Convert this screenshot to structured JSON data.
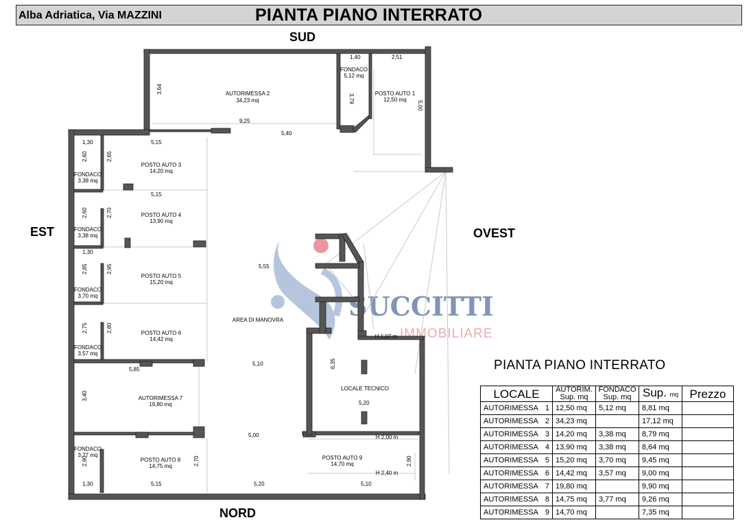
{
  "header": {
    "location": "Alba Adriatica, Via MAZZINI",
    "title": "PIANTA PIANO INTERRATO"
  },
  "directions": {
    "south": "SUD",
    "north": "NORD",
    "east": "EST",
    "west": "OVEST"
  },
  "watermark": {
    "name": "SUCCITTI",
    "subtitle": "IMMOBILIARE",
    "color": "#2f4f85",
    "accent": "#e05060"
  },
  "plan_labels": {
    "autorimessa2": {
      "name": "AUTORIMESSA 2",
      "area": "34,23 mq"
    },
    "fondaco_top": {
      "name": "FONDACO",
      "area": "5,12 mq"
    },
    "posto1": {
      "name": "POSTO AUTO 1",
      "area": "12,50 mq"
    },
    "posto3": {
      "name": "POSTO AUTO 3",
      "area": "14,20 mq"
    },
    "posto4": {
      "name": "POSTO AUTO 4",
      "area": "13,90 mq"
    },
    "posto5": {
      "name": "POSTO AUTO 5",
      "area": "15,20 mq"
    },
    "posto6": {
      "name": "POSTO AUTO 6",
      "area": "14,42 mq"
    },
    "autorimessa7": {
      "name": "AUTORIMESSA 7",
      "area": "19,80 mq"
    },
    "posto8": {
      "name": "POSTO AUTO 8",
      "area": "14,75 mq"
    },
    "posto9": {
      "name": "POSTO AUTO 9",
      "area": "14,70 mq"
    },
    "fondaco3": {
      "name": "FONDACO",
      "area": "3,38 mq"
    },
    "fondaco4": {
      "name": "FONDACO",
      "area": "3,38 mq"
    },
    "fondaco5": {
      "name": "FONDACO",
      "area": "3,70 mq"
    },
    "fondaco6": {
      "name": "FONDACO",
      "area": "3,57 mq"
    },
    "fondaco8": {
      "name": "FONDACO",
      "area": "3,77 mq"
    },
    "area_manovra": "AREA DI MANOVRA",
    "locale_tecnico": "LOCALE TECNICO",
    "h107": "H 1,07 m",
    "h200": "H 2,00 m",
    "h240": "H 2,40 m"
  },
  "dimensions": {
    "d140": "1,40",
    "d251": "2,51",
    "d364": "3,64",
    "d379": "3,79",
    "d500v": "5,00",
    "d925": "9,25",
    "d540": "5,40",
    "d130a": "1,30",
    "d515a": "5,15",
    "d260a": "2,60",
    "d265": "2,65",
    "d515b": "5,15",
    "d260b": "2,60",
    "d270a": "2,70",
    "d130b": "1,30",
    "d285": "2,85",
    "d295": "2,95",
    "d555": "5,55",
    "d275": "2,75",
    "d280": "2,80",
    "d585": "5,85",
    "d510a": "5,10",
    "d635": "6,35",
    "d520a": "5,20",
    "d340": "3,40",
    "d500h": "5,00",
    "d290a": "2,90",
    "d270b": "2,70",
    "d290b": "2,90",
    "d130c": "1,30",
    "d515c": "5,15",
    "d520b": "5,20",
    "d510b": "5,10"
  },
  "table": {
    "title": "PIANTA PIANO INTERRATO",
    "headers": {
      "locale": "LOCALE",
      "autorim_1": "AUTORIM.",
      "autorim_2": "Sup. mq",
      "fondaco_1": "FONDACO",
      "fondaco_2": "Sup. mq",
      "sup_1": "Sup.",
      "sup_2": "mq",
      "prezzo": "Prezzo"
    },
    "rows": [
      {
        "name": "AUTORIMESSA",
        "num": "1",
        "autorim": "12,50 mq",
        "fondaco": "5,12 mq",
        "sup": "8,81 mq"
      },
      {
        "name": "AUTORIMESSA",
        "num": "2",
        "autorim": "34,23 mq",
        "fondaco": "",
        "sup": "17,12 mq"
      },
      {
        "name": "AUTORIMESSA",
        "num": "3",
        "autorim": "14,20 mq",
        "fondaco": "3,38 mq",
        "sup": "8,79 mq"
      },
      {
        "name": "AUTORIMESSA",
        "num": "4",
        "autorim": "13,90 mq",
        "fondaco": "3,38 mq",
        "sup": "8,64 mq"
      },
      {
        "name": "AUTORIMESSA",
        "num": "5",
        "autorim": "15,20 mq",
        "fondaco": "3,70 mq",
        "sup": "9,45 mq"
      },
      {
        "name": "AUTORIMESSA",
        "num": "6",
        "autorim": "14,42 mq",
        "fondaco": "3,57 mq",
        "sup": "9,00 mq"
      },
      {
        "name": "AUTORIMESSA",
        "num": "7",
        "autorim": "19,80 mq",
        "fondaco": "",
        "sup": "9,90 mq"
      },
      {
        "name": "AUTORIMESSA",
        "num": "8",
        "autorim": "14,75 mq",
        "fondaco": "3,77 mq",
        "sup": "9,26 mq"
      },
      {
        "name": "AUTORIMESSA",
        "num": "9",
        "autorim": "14,70 mq",
        "fondaco": "",
        "sup": "7,35 mq"
      }
    ]
  }
}
